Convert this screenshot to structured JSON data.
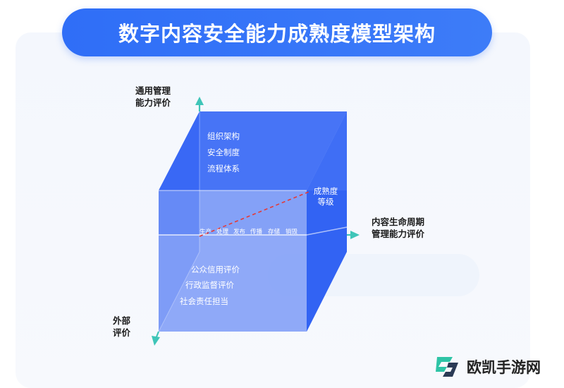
{
  "title": "数字内容安全能力成熟度模型架构",
  "axes": {
    "vertical": [
      "通用管理",
      "能力评价"
    ],
    "horizontal": [
      "内容生命周期",
      "管理能力评价"
    ],
    "external": [
      "外部",
      "评价"
    ]
  },
  "maturity": [
    "成熟度",
    "等级"
  ],
  "general_items": [
    "组织架构",
    "安全制度",
    "流程体系"
  ],
  "lifecycle_stages": [
    "生产",
    "处理",
    "发布",
    "传播",
    "存储",
    "销毁"
  ],
  "external_items": [
    "公众信用评价",
    "行政监督评价",
    "社会责任担当"
  ],
  "watermark": "欧凯手游网",
  "colors": {
    "cube_dark": "#2f61f3",
    "cube_light": "#6f90f7",
    "axis_arrow": "#3fc5b8",
    "dashed_line": "#e53935",
    "title_bar": "#2f6ef7"
  }
}
